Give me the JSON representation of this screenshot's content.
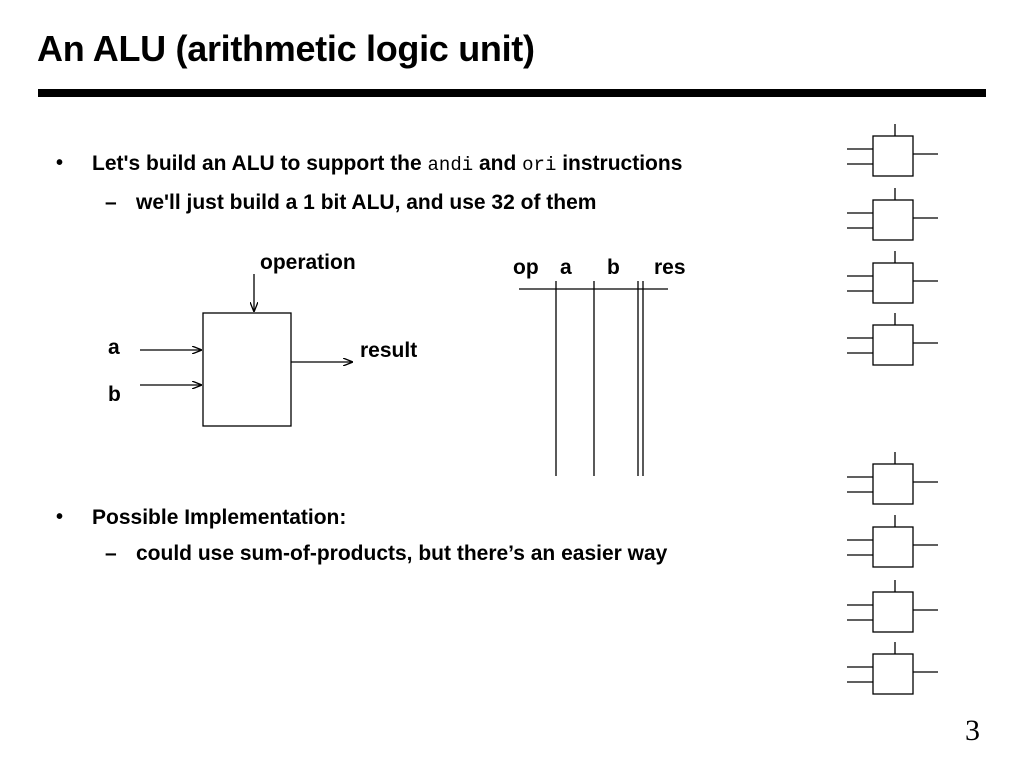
{
  "slide": {
    "title": "An ALU (arithmetic logic unit)",
    "page_number": "3"
  },
  "bullets": [
    {
      "mark": "•",
      "parts": [
        "Let's build an ALU to support the ",
        "andi",
        " and ",
        "ori",
        " instructions"
      ],
      "sub": {
        "mark": "–",
        "text": "we'll just build a 1 bit ALU, and use 32 of them"
      }
    },
    {
      "mark": "•",
      "text": "Possible Implementation:",
      "sub": {
        "mark": "–",
        "text": "could use sum-of-products, but there’s an easier way"
      }
    }
  ],
  "alu_diagram": {
    "operation_label": "operation",
    "input_a_label": "a",
    "input_b_label": "b",
    "output_label": "result"
  },
  "truth_table": {
    "headers": [
      "op",
      "a",
      "b",
      "res"
    ]
  }
}
